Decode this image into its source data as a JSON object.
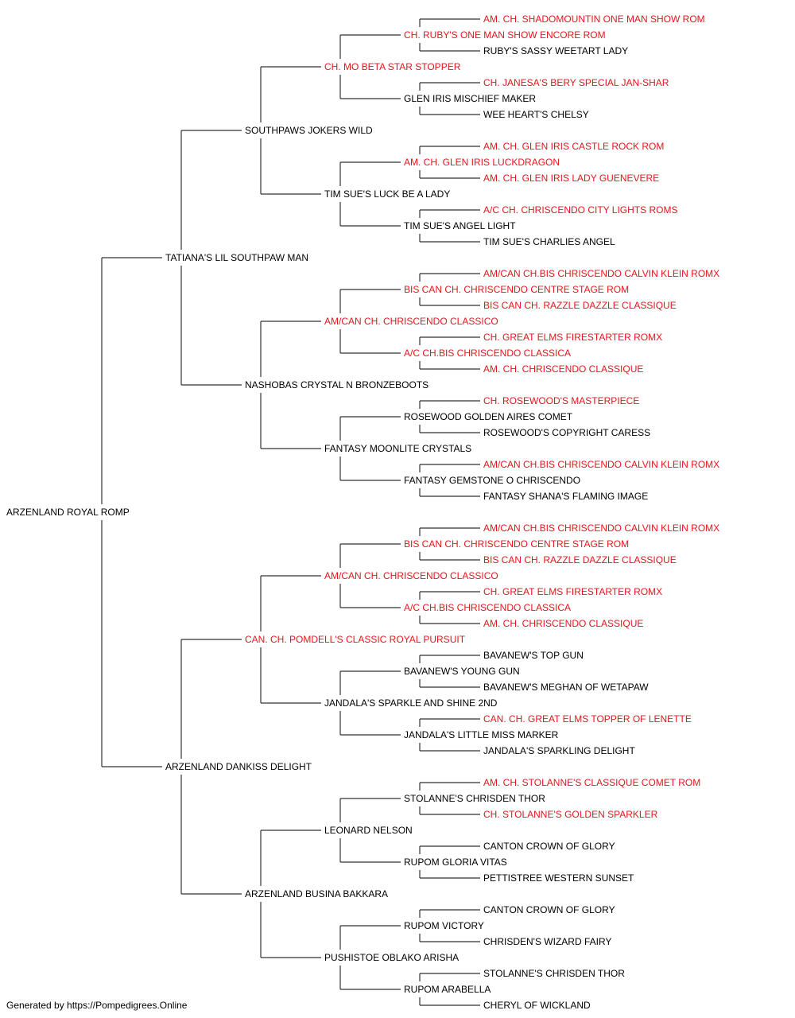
{
  "colors": {
    "titled": "#e8141b",
    "normal": "#000000",
    "line": "#333333"
  },
  "footer": "Generated by https://Pompedigrees.Online",
  "pedigree": {
    "name": "ARZENLAND ROYAL ROMP",
    "titled": false,
    "sire": {
      "name": "TATIANA'S LIL SOUTHPAW MAN",
      "titled": false,
      "sire": {
        "name": "SOUTHPAWS JOKERS WILD",
        "titled": false,
        "sire": {
          "name": "CH. MO BETA STAR STOPPER",
          "titled": true,
          "sire": {
            "name": "CH. RUBY'S ONE MAN SHOW ENCORE ROM",
            "titled": true,
            "sire": {
              "name": "AM. CH. SHADOMOUNTIN ONE MAN SHOW ROM",
              "titled": true
            },
            "dam": {
              "name": "RUBY'S SASSY WEETART LADY",
              "titled": false
            }
          },
          "dam": {
            "name": "GLEN IRIS MISCHIEF MAKER",
            "titled": false,
            "sire": {
              "name": "CH. JANESA'S BERY SPECIAL JAN-SHAR",
              "titled": true
            },
            "dam": {
              "name": "WEE HEART'S CHELSY",
              "titled": false
            }
          }
        },
        "dam": {
          "name": "TIM SUE'S LUCK BE A LADY",
          "titled": false,
          "sire": {
            "name": "AM. CH. GLEN IRIS LUCKDRAGON",
            "titled": true,
            "sire": {
              "name": "AM. CH. GLEN IRIS CASTLE ROCK ROM",
              "titled": true
            },
            "dam": {
              "name": "AM. CH. GLEN IRIS LADY GUENEVERE",
              "titled": true
            }
          },
          "dam": {
            "name": "TIM SUE'S ANGEL LIGHT",
            "titled": false,
            "sire": {
              "name": "A/C CH. CHRISCENDO CITY LIGHTS ROMS",
              "titled": true
            },
            "dam": {
              "name": "TIM SUE'S CHARLIES ANGEL",
              "titled": false
            }
          }
        }
      },
      "dam": {
        "name": "NASHOBAS CRYSTAL N BRONZEBOOTS",
        "titled": false,
        "sire": {
          "name": "AM/CAN CH. CHRISCENDO CLASSICO",
          "titled": true,
          "sire": {
            "name": "BIS CAN CH. CHRISCENDO CENTRE STAGE ROM",
            "titled": true,
            "sire": {
              "name": "AM/CAN CH.BIS CHRISCENDO CALVIN KLEIN ROMX",
              "titled": true
            },
            "dam": {
              "name": "BIS CAN CH. RAZZLE DAZZLE CLASSIQUE",
              "titled": true
            }
          },
          "dam": {
            "name": "A/C CH.BIS CHRISCENDO CLASSICA",
            "titled": true,
            "sire": {
              "name": "CH. GREAT ELMS FIRESTARTER ROMX",
              "titled": true
            },
            "dam": {
              "name": "AM. CH. CHRISCENDO CLASSIQUE",
              "titled": true
            }
          }
        },
        "dam": {
          "name": "FANTASY MOONLITE CRYSTALS",
          "titled": false,
          "sire": {
            "name": "ROSEWOOD GOLDEN AIRES COMET",
            "titled": false,
            "sire": {
              "name": "CH. ROSEWOOD'S MASTERPIECE",
              "titled": true
            },
            "dam": {
              "name": "ROSEWOOD'S COPYRIGHT CARESS",
              "titled": false
            }
          },
          "dam": {
            "name": "FANTASY GEMSTONE O CHRISCENDO",
            "titled": false,
            "sire": {
              "name": "AM/CAN CH.BIS CHRISCENDO CALVIN KLEIN ROMX",
              "titled": true
            },
            "dam": {
              "name": "FANTASY SHANA'S FLAMING IMAGE",
              "titled": false
            }
          }
        }
      }
    },
    "dam": {
      "name": "ARZENLAND DANKISS DELIGHT",
      "titled": false,
      "sire": {
        "name": "CAN. CH. POMDELL'S CLASSIC ROYAL PURSUIT",
        "titled": true,
        "sire": {
          "name": "AM/CAN CH. CHRISCENDO CLASSICO",
          "titled": true,
          "sire": {
            "name": "BIS CAN CH. CHRISCENDO CENTRE STAGE ROM",
            "titled": true,
            "sire": {
              "name": "AM/CAN CH.BIS CHRISCENDO CALVIN KLEIN ROMX",
              "titled": true
            },
            "dam": {
              "name": "BIS CAN CH. RAZZLE DAZZLE CLASSIQUE",
              "titled": true
            }
          },
          "dam": {
            "name": "A/C CH.BIS CHRISCENDO CLASSICA",
            "titled": true,
            "sire": {
              "name": "CH. GREAT ELMS FIRESTARTER ROMX",
              "titled": true
            },
            "dam": {
              "name": "AM. CH. CHRISCENDO CLASSIQUE",
              "titled": true
            }
          }
        },
        "dam": {
          "name": "JANDALA'S SPARKLE AND SHINE 2ND",
          "titled": false,
          "sire": {
            "name": "BAVANEW'S YOUNG GUN",
            "titled": false,
            "sire": {
              "name": "BAVANEW'S TOP GUN",
              "titled": false
            },
            "dam": {
              "name": "BAVANEW'S MEGHAN OF WETAPAW",
              "titled": false
            }
          },
          "dam": {
            "name": "JANDALA'S LITTLE MISS MARKER",
            "titled": false,
            "sire": {
              "name": "CAN. CH. GREAT ELMS TOPPER OF LENETTE",
              "titled": true
            },
            "dam": {
              "name": "JANDALA'S SPARKLING DELIGHT",
              "titled": false
            }
          }
        }
      },
      "dam": {
        "name": "ARZENLAND BUSINA BAKKARA",
        "titled": false,
        "sire": {
          "name": "LEONARD NELSON",
          "titled": false,
          "sire": {
            "name": "STOLANNE'S CHRISDEN THOR",
            "titled": false,
            "sire": {
              "name": "AM. CH. STOLANNE'S CLASSIQUE COMET ROM",
              "titled": true
            },
            "dam": {
              "name": "CH. STOLANNE'S GOLDEN SPARKLER",
              "titled": true
            }
          },
          "dam": {
            "name": "RUPOM GLORIA VITAS",
            "titled": false,
            "sire": {
              "name": "CANTON CROWN OF GLORY",
              "titled": false
            },
            "dam": {
              "name": "PETTISTREE WESTERN SUNSET",
              "titled": false
            }
          }
        },
        "dam": {
          "name": "PUSHISTOE OBLAKO ARISHA",
          "titled": false,
          "sire": {
            "name": "RUPOM VICTORY",
            "titled": false,
            "sire": {
              "name": "CANTON CROWN OF GLORY",
              "titled": false
            },
            "dam": {
              "name": "CHRISDEN'S WIZARD FAIRY",
              "titled": false
            }
          },
          "dam": {
            "name": "RUPOM ARABELLA",
            "titled": false,
            "sire": {
              "name": "STOLANNE'S CHRISDEN THOR",
              "titled": false
            },
            "dam": {
              "name": "CHERYL OF WICKLAND",
              "titled": false
            }
          }
        }
      }
    }
  }
}
